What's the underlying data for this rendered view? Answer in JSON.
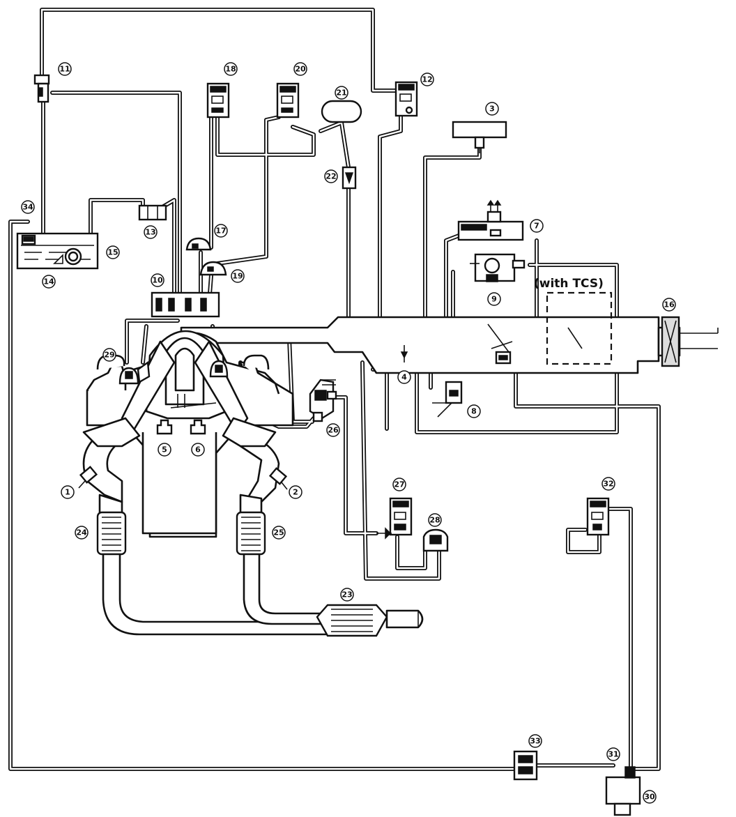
{
  "annotation": {
    "text": "(with TCS)"
  },
  "callouts": [
    "1",
    "2",
    "3",
    "4",
    "5",
    "6",
    "7",
    "8",
    "9",
    "10",
    "11",
    "12",
    "13",
    "14",
    "15",
    "16",
    "17",
    "18",
    "19",
    "20",
    "21",
    "22",
    "23",
    "24",
    "25",
    "26",
    "27",
    "28",
    "29",
    "30",
    "31",
    "32",
    "33",
    "34"
  ]
}
